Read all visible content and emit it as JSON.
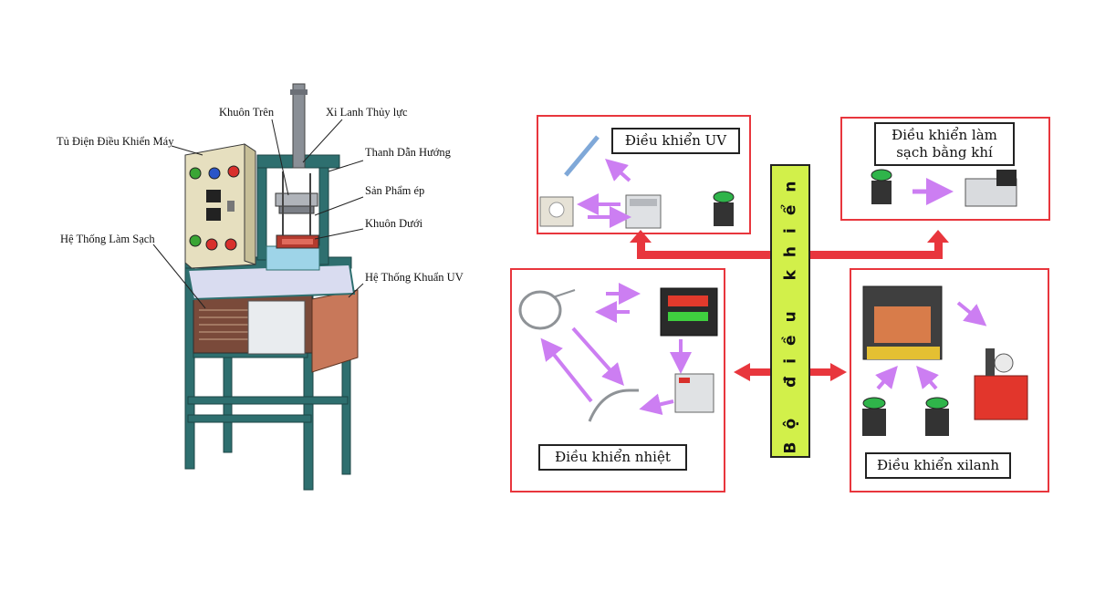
{
  "machine_labels": {
    "tu_dien": "Tủ Điện Điều Khiển Máy",
    "khuon_tren": "Khuôn Trên",
    "xi_lanh": "Xi Lanh Thủy lực",
    "thanh_dan": "Thanh Dẫn Hướng",
    "san_pham": "Sản Phẩm ép",
    "khuon_duoi": "Khuôn Dưới",
    "lam_sach": "Hệ Thống Làm Sạch",
    "khuan_uv": "Hệ Thống Khuẩn UV"
  },
  "control_diagram": {
    "center_label": "Bộ điều khiển",
    "uv_title": "Điều khiển UV",
    "clean_title_line1": "Điều khiển làm",
    "clean_title_line2": "sạch bằng khí",
    "heat_title": "Điều khiển nhiệt",
    "cyl_title": "Điều khiển xilanh"
  },
  "colors": {
    "box_border": "#e8363d",
    "arrow_red": "#e8363d",
    "arrow_violet": "#cc7ef2",
    "center_fill": "#d2f04a",
    "frame_teal": "#2e6f6f",
    "panel_beige": "#e6dfbf",
    "cover_brown": "#c8785a"
  }
}
